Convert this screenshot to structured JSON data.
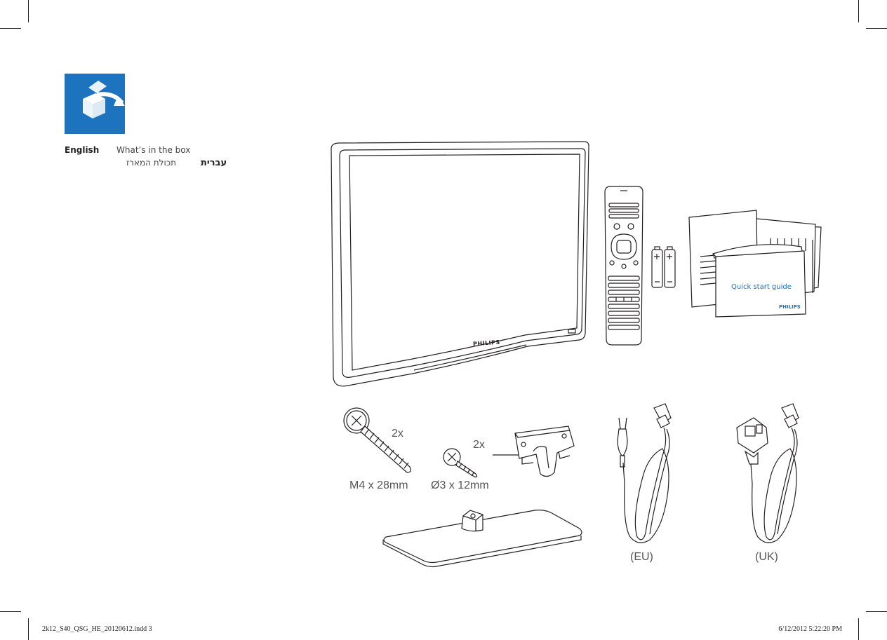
{
  "header": {
    "language_en": "English",
    "title_en": "What’s in the box",
    "language_he": "עברית",
    "title_he": "תכולת המארז"
  },
  "items": {
    "tv_brand": "PHILIPS",
    "guide_title": "Quick start guide",
    "guide_brand": "PHILIPS",
    "screw_large_qty": "2x",
    "screw_large_size": "M4 x 28mm",
    "screw_small_qty": "2x",
    "screw_small_size": "Ø3 x 12mm",
    "cord_eu": "(EU)",
    "cord_uk": "(UK)"
  },
  "footer": {
    "file": "2k12_S40_QSG_HE_20120612.indd   3",
    "timestamp": "6/12/2012   5:22:20 PM"
  },
  "colors": {
    "icon_blue": "#1e73be",
    "line": "#231f20",
    "guide_accent": "#1e73be"
  },
  "icons": [
    "box-icon"
  ]
}
